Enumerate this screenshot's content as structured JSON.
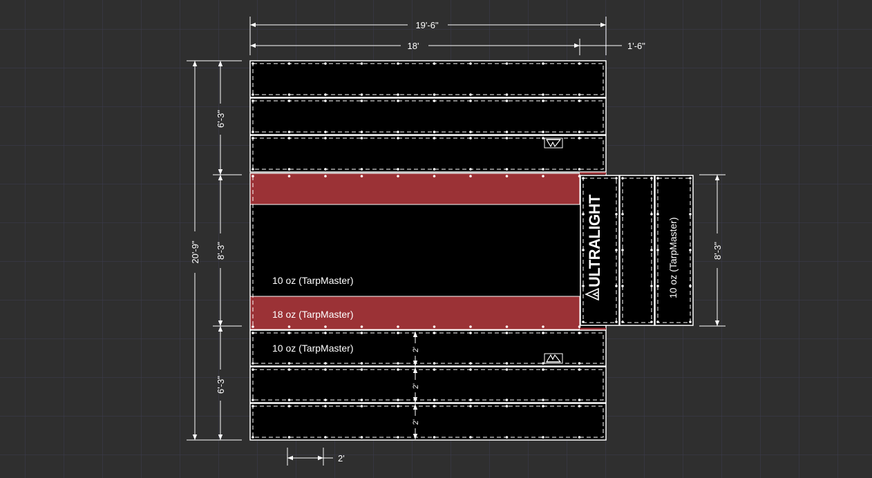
{
  "colors": {
    "background": "#2f2f2f",
    "grid": "#3c3c50",
    "panel": "#000000",
    "accent_red": "#9b3236",
    "line": "#ffffff"
  },
  "dimensions": {
    "overall_width": "19'-6\"",
    "main_width": "18'",
    "flap_width": "1'-6\"",
    "overall_height": "20'-9\"",
    "top_section": "6'-3\"",
    "middle_section": "8'-3\"",
    "bottom_section": "6'-3\"",
    "side_flap_height": "8'-3\"",
    "strip_height": "2'",
    "grommet_spacing": "2'"
  },
  "labels": {
    "material_10oz_upper": "10 oz (TarpMaster)",
    "material_18oz": "18 oz (TarpMaster)",
    "material_10oz_lower": "10 oz (TarpMaster)",
    "material_10oz_flap": "10 oz (TarpMaster)",
    "brand": "ULTRALIGHT"
  },
  "icons": {
    "logo_top": "ultralight-logo-icon",
    "logo_bottom": "ultralight-logo-icon"
  }
}
